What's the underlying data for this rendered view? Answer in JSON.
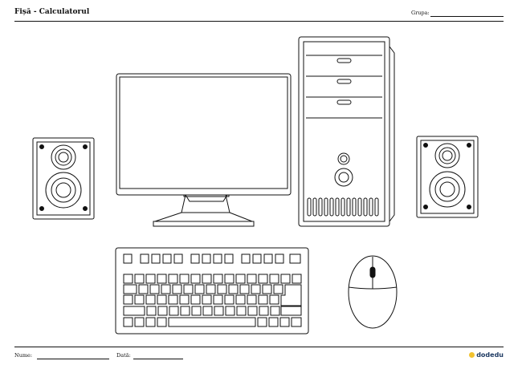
{
  "header": {
    "title": "Fișă - Calculatorul",
    "group_label": "Grupa:"
  },
  "footer": {
    "name_label": "Nume:",
    "date_label": "Dată:",
    "brand": "dodedu"
  },
  "illustration": {
    "items": [
      "left-speaker",
      "monitor",
      "computer-tower",
      "right-speaker",
      "keyboard",
      "mouse"
    ]
  }
}
